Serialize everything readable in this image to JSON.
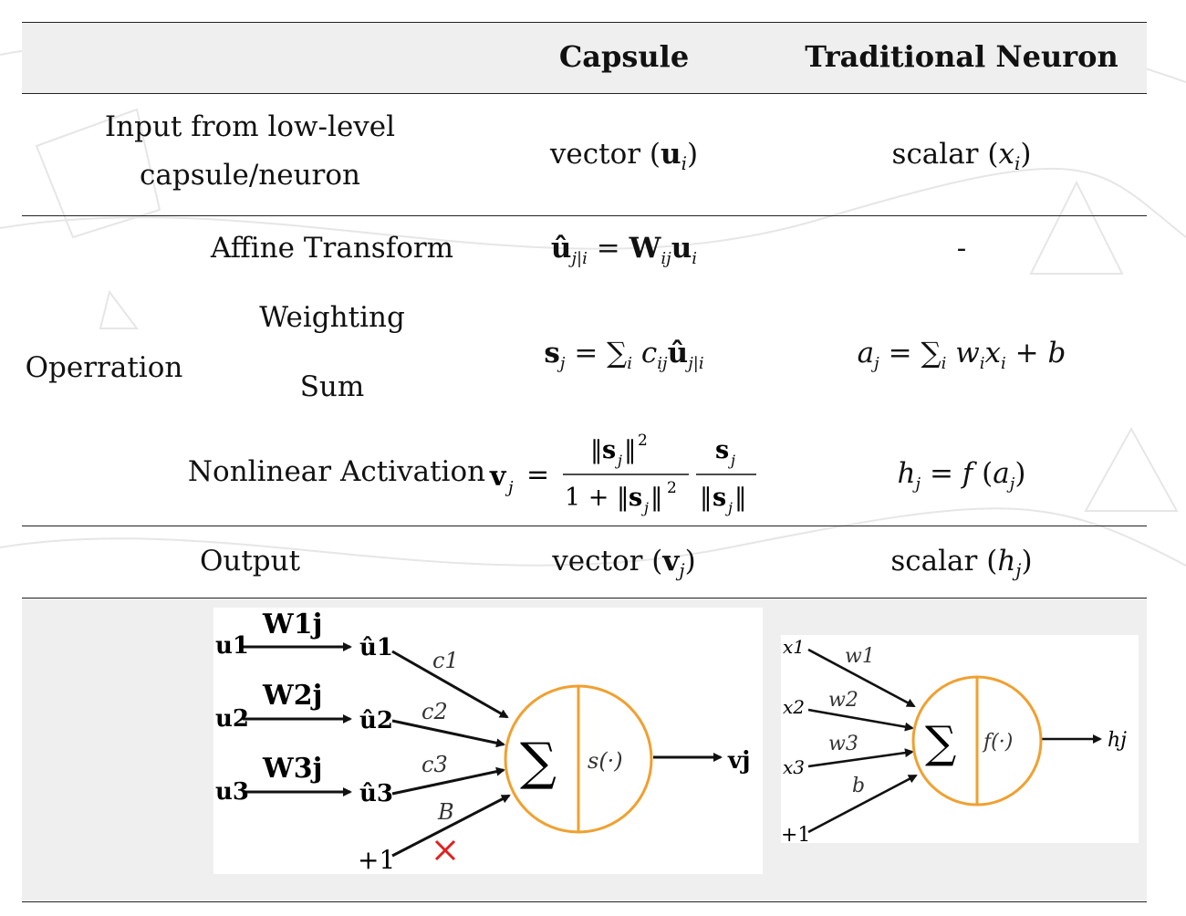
{
  "header": {
    "capsule": "Capsule",
    "neuron": "Traditional Neuron"
  },
  "rows": {
    "input": {
      "label_line1": "Input from low-level",
      "label_line2": "capsule/neuron",
      "capsule_text": "vector",
      "capsule_math": "u",
      "capsule_sub": "i",
      "neuron_text": "scalar",
      "neuron_math": "x",
      "neuron_sub": "i"
    },
    "operation": {
      "label": "Operration",
      "affine_label": "Affine Transform",
      "affine_neuron": "-",
      "weighting_label": "Weighting",
      "sum_label": "Sum",
      "nonlinear_label": "Nonlinear Activation"
    },
    "output": {
      "label": "Output",
      "capsule_text": "vector",
      "capsule_math": "v",
      "capsule_sub": "j",
      "neuron_text": "scalar",
      "neuron_math": "h",
      "neuron_sub": "j"
    }
  },
  "capsule_diagram": {
    "inputs": [
      "u1",
      "u2",
      "u3",
      "+1"
    ],
    "weights": [
      "W1j",
      "W2j",
      "W3j"
    ],
    "predictions": [
      "û1",
      "û2",
      "û3"
    ],
    "couplings": [
      "c1",
      "c2",
      "c3",
      "B"
    ],
    "sum_symbol": "∑",
    "activation": "s(·)",
    "output": "vj",
    "node_color": "#f0a030",
    "cross_color": "#e02020"
  },
  "neuron_diagram": {
    "inputs": [
      "x1",
      "x2",
      "x3",
      "+1"
    ],
    "weights": [
      "w1",
      "w2",
      "w3",
      "b"
    ],
    "sum_symbol": "∑",
    "activation": "f(·)",
    "output": "hj",
    "node_color": "#f0a030"
  }
}
